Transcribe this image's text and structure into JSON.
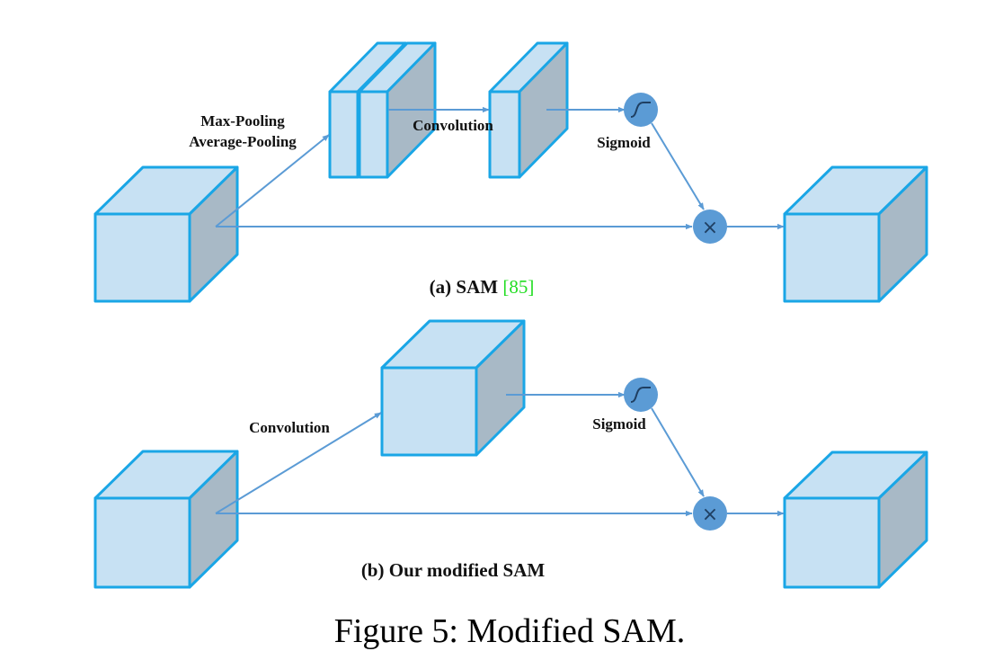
{
  "colors": {
    "face": "#c7e1f3",
    "side": "#a8b9c6",
    "edge": "#1aa6e6",
    "arrow": "#5b9bd5",
    "node": "#5b9bd5",
    "citation": "#22dd22"
  },
  "panel_a": {
    "label_pooling_1": "Max-Pooling",
    "label_pooling_2": "Average-Pooling",
    "label_conv": "Convolution",
    "label_sigmoid": "Sigmoid",
    "multiply_symbol": "×",
    "caption_prefix": "(a) SAM ",
    "caption_citation": "[85]"
  },
  "panel_b": {
    "label_conv": "Convolution",
    "label_sigmoid": "Sigmoid",
    "multiply_symbol": "×",
    "caption": "(b) Our modified SAM"
  },
  "figure_caption": "Figure 5: Modified SAM."
}
